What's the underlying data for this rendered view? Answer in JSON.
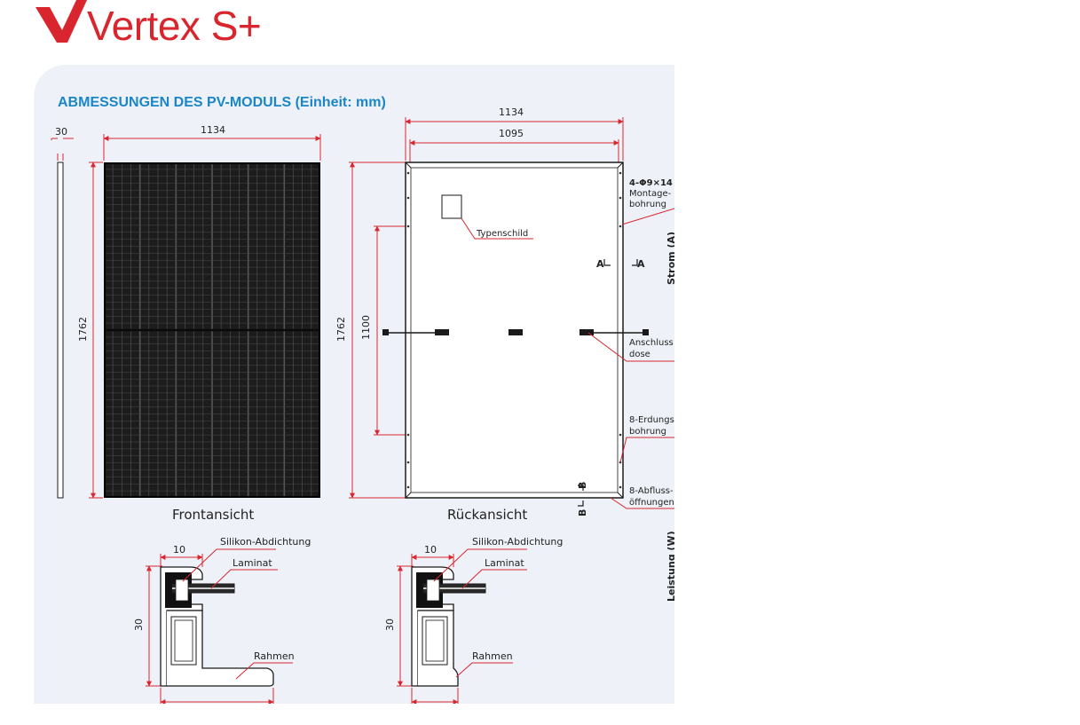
{
  "brand": {
    "logo_text": "Vertex S+",
    "color": "#d9262e"
  },
  "section": {
    "title": "ABMESSUNGEN DES PV-MODULS (Einheit: mm)",
    "title_color": "#1a86c8"
  },
  "front": {
    "label": "Frontansicht",
    "dim_thickness": "30",
    "dim_width": "1134",
    "dim_height": "1762"
  },
  "back": {
    "label": "Rückansicht",
    "dim_width_total": "1134",
    "dim_width_inner": "1095",
    "dim_height": "1762",
    "dim_mount_spacing": "1100",
    "typenschild": "Typenschild",
    "mount_spec": "4-Φ9×14",
    "mount_label_1": "Montage-",
    "mount_label_2": "bohrung",
    "section_a": "A",
    "section_b": "B",
    "junction_1": "Anschluss",
    "junction_2": "dose",
    "ground_1": "8-Erdungs",
    "ground_2": "bohrung",
    "drain_1": "8-Abfluss-",
    "drain_2": "öffnungen"
  },
  "profile_a": {
    "dim_top": "10",
    "dim_height": "30",
    "seal": "Silikon-Abdichtung",
    "laminate": "Laminat",
    "frame": "Rahmen"
  },
  "profile_b": {
    "dim_top": "10",
    "dim_height": "30",
    "seal": "Silikon-Abdichtung",
    "laminate": "Laminat",
    "frame": "Rahmen"
  },
  "side_axis": {
    "current": "Strom (A)",
    "power": "Leistung (W)"
  },
  "colors": {
    "dimension": "#d9262e",
    "outline": "#1a1a1a",
    "panel_bg": "#eef2f8"
  }
}
